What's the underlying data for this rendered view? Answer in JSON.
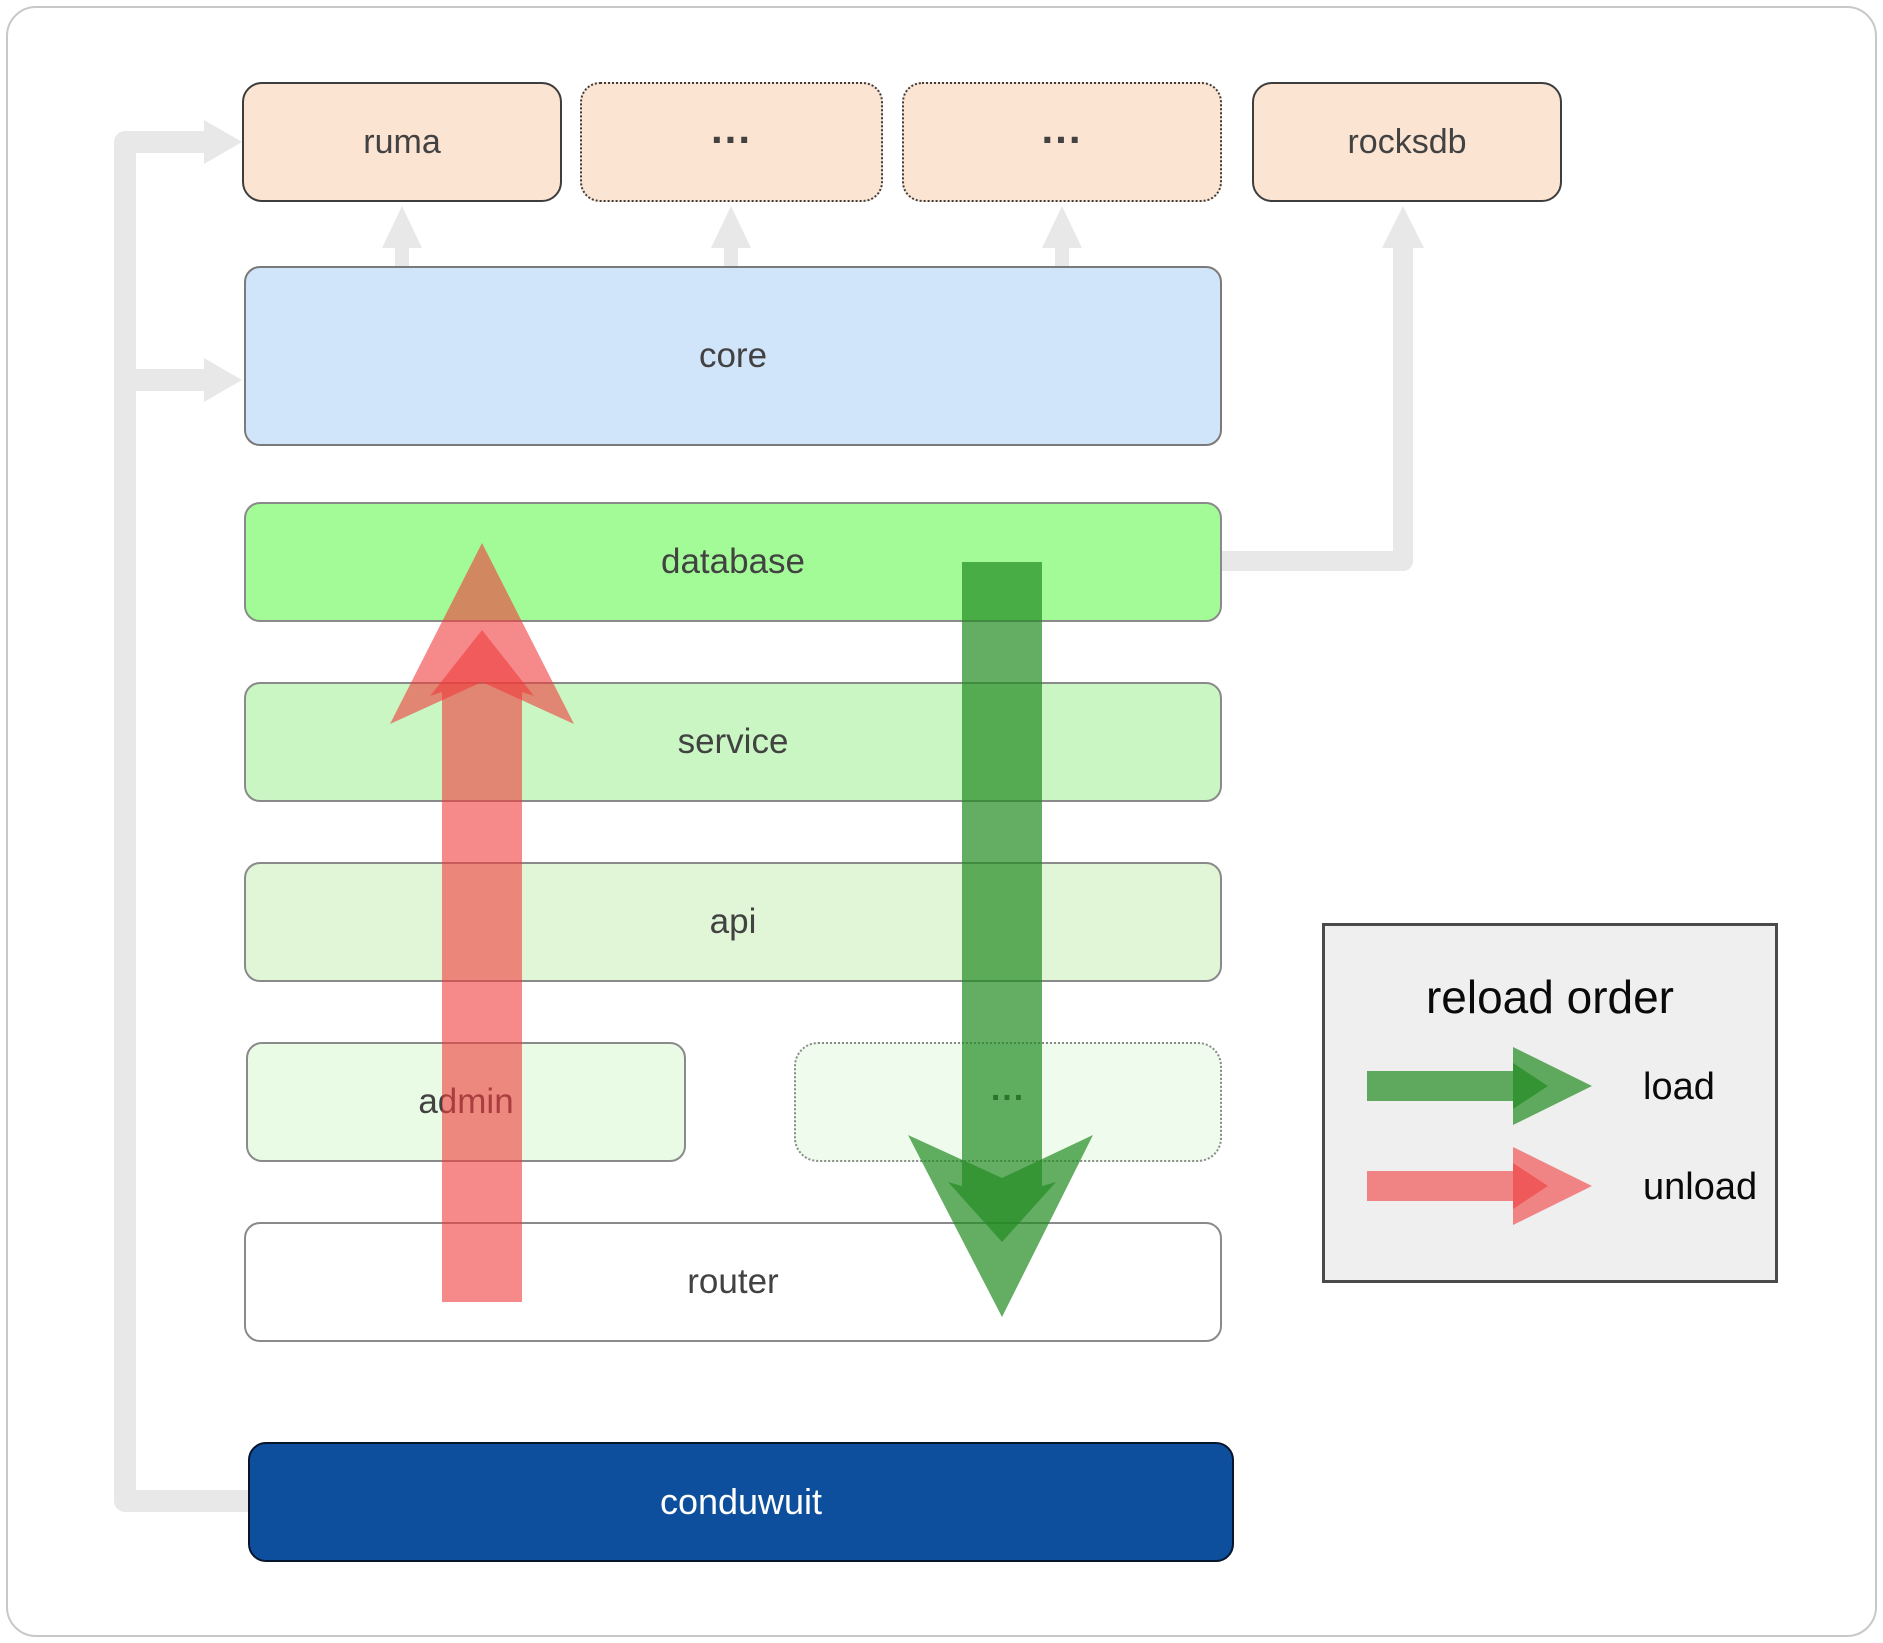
{
  "colors": {
    "peach": "#fce4d2",
    "box_border_dark": "#3d3d3d",
    "row_border": "#8a8a8a",
    "core_blue": "#d0e4fa",
    "database_green": "#a3fb98",
    "service_green": "#c9f6c2",
    "api_green": "#e0f6d7",
    "admin_green": "#e9fbe4",
    "dots_green": "#effbec",
    "router_white": "#ffffff",
    "conduwuit_navy": "#0e4f9d",
    "connector_gray": "#e8e8e8",
    "legend_bg": "#efefef",
    "legend_border": "#4a4a4a",
    "load_green": "#228b22",
    "unload_red": "#f03c3c",
    "label_text": "#424242"
  },
  "boxes": {
    "ruma": {
      "label": "ruma"
    },
    "ext1": {
      "label": "..."
    },
    "ext2": {
      "label": "..."
    },
    "rocksdb": {
      "label": "rocksdb"
    },
    "core": {
      "label": "core"
    },
    "database": {
      "label": "database"
    },
    "service": {
      "label": "service"
    },
    "api": {
      "label": "api"
    },
    "admin": {
      "label": "admin"
    },
    "admin_ext": {
      "label": "..."
    },
    "router": {
      "label": "router"
    },
    "conduwuit": {
      "label": "conduwuit"
    }
  },
  "legend": {
    "title": "reload order",
    "items": [
      {
        "label": "load",
        "color": "#228b22"
      },
      {
        "label": "unload",
        "color": "#f03c3c"
      }
    ]
  }
}
